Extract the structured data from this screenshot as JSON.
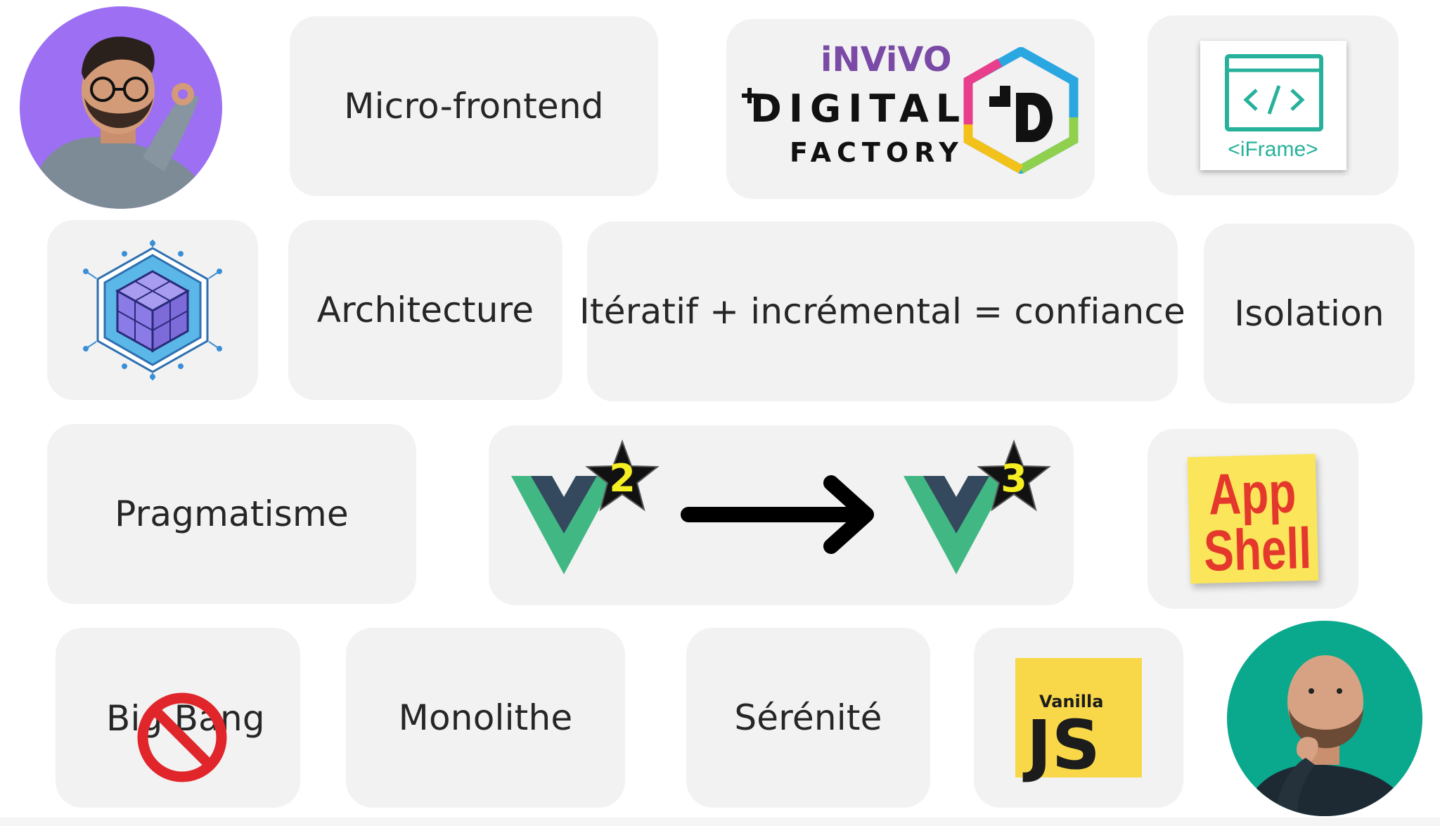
{
  "cards": {
    "micro_frontend": "Micro-frontend",
    "architecture": "Architecture",
    "iteratif": "Itératif + incrémental = confiance",
    "isolation": "Isolation",
    "pragmatisme": "Pragmatisme",
    "big_bang": "Big Bang",
    "monolithe": "Monolithe",
    "serenite": "Sérénité"
  },
  "logos": {
    "invivo": "iNViVO",
    "digital": "DIGITAL",
    "factory": "FACTORY",
    "iframe": "<iFrame>",
    "app_shell_line1": "App",
    "app_shell_line2": "Shell",
    "vanilla": "Vanilla",
    "js": "JS",
    "vue_from": "2",
    "vue_to": "3"
  },
  "colors": {
    "card_bg": "#f2f2f2",
    "vue_green": "#41b883",
    "vue_dark": "#35495e",
    "avatar_left_bg": "#9d6ff2",
    "avatar_right_bg": "#0aa88c",
    "sticky_yellow": "#fbe55a",
    "iframe_teal": "#27b19b"
  }
}
